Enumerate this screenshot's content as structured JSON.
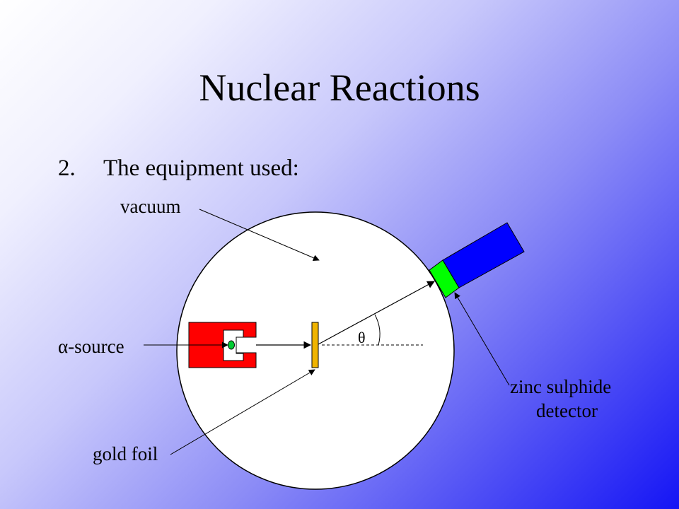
{
  "slide": {
    "title": "Nuclear Reactions",
    "item_number": "2.",
    "item_text": "The equipment used:"
  },
  "diagram": {
    "labels": {
      "vacuum": "vacuum",
      "alpha_source": "α-source",
      "gold_foil": "gold foil",
      "detector_line1": "zinc sulphide",
      "detector_line2": "detector",
      "angle": "θ"
    },
    "colors": {
      "chamber": "#ffffff",
      "source": "#ff0000",
      "source_bead": "#00cc33",
      "foil": "#f0b400",
      "zns_screen": "#00ff00",
      "detector_body": "#0000ff"
    }
  }
}
